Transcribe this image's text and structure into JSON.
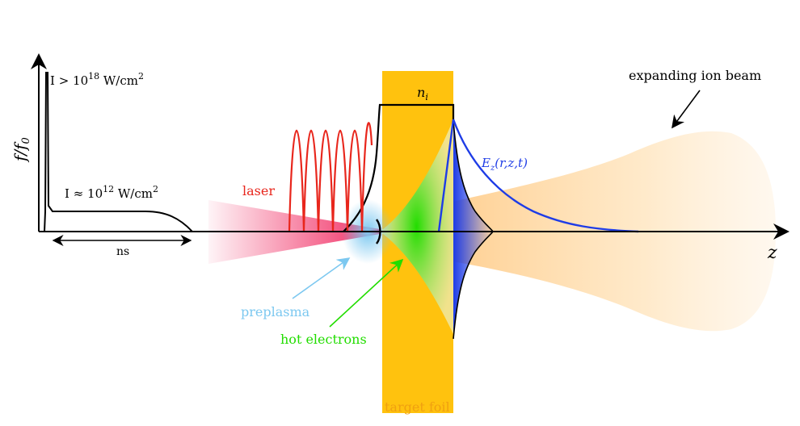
{
  "labels": {
    "intensity_high_prefix": "I > 10",
    "intensity_high_exp": "18",
    "intensity_high_unit": " W/cm",
    "intensity_high_unit_exp": "2",
    "intensity_low_prefix": "I ≈ 10",
    "intensity_low_exp": "12",
    "intensity_low_unit": " W/cm",
    "intensity_low_unit_exp": "2",
    "y_axis_num": "f",
    "y_axis_slash": "/",
    "y_axis_den": "f",
    "y_axis_den_sub": "0",
    "ns": "ns",
    "laser": "laser",
    "preplasma": "preplasma",
    "hot_electrons": "hot electrons",
    "target_foil": "target foil",
    "ni_main": "n",
    "ni_sub": "i",
    "ez_main": "E",
    "ez_sub": "z",
    "ez_args": "(r,z,t)",
    "expanding_ion_beam": "expanding ion beam",
    "z_axis": "z"
  },
  "colors": {
    "foil": "#FFC20E",
    "laser_wave": "#E8261C",
    "laser_beam": "#F0205A",
    "preplasma": "#7CC8F0",
    "hot_electrons": "#22DD00",
    "field": "#1E3CE6",
    "ion_beam": "#FFD9A0",
    "axis": "#000000"
  }
}
